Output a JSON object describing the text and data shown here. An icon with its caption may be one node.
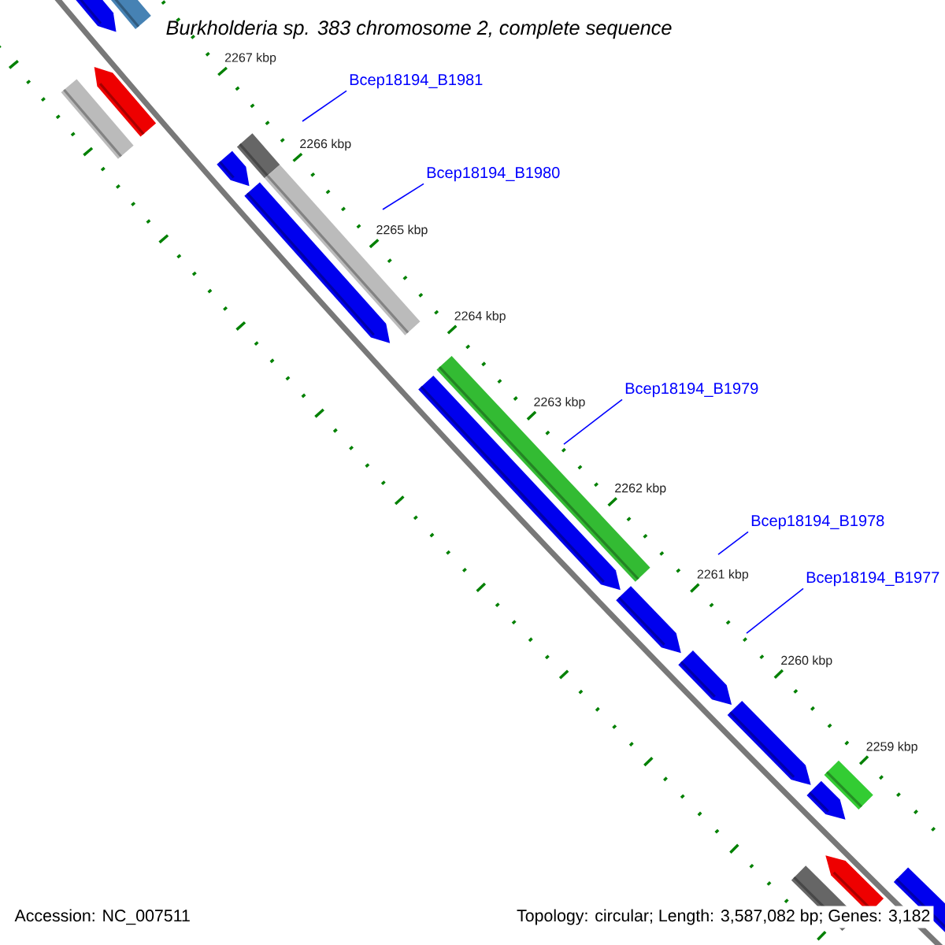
{
  "diagram": {
    "title": "Burkholderia sp. 383 chromosome 2, complete sequence",
    "nodes": [
      {
        "text": [
          "Bcep18194_B1981"
        ]
      },
      {
        "text": [
          "Bcep18194_B1980"
        ]
      },
      {
        "text": [
          "Bcep18194_B1979"
        ]
      },
      {
        "text": [
          "Bcep18194_B1978"
        ]
      },
      {
        "text": [
          "Bcep18194_B1977"
        ]
      }
    ],
    "edges": [
      {
        "from": 0,
        "to": null,
        "arrow": "none"
      },
      {
        "from": 1,
        "to": null,
        "arrow": "none"
      },
      {
        "from": 2,
        "to": null,
        "arrow": "none"
      },
      {
        "from": 3,
        "to": null,
        "arrow": "none"
      },
      {
        "from": 4,
        "to": null,
        "arrow": "none"
      }
    ],
    "labels": [
      "2267 kbp",
      "2266 kbp",
      "2265 kbp",
      "2264 kbp",
      "2263 kbp",
      "2262 kbp",
      "2261 kbp",
      "2260 kbp",
      "2259 kbp",
      "Accession: NC_007511",
      "Topology: circular; Length: 3,587,082 bp; Genes: 3,182"
    ]
  }
}
